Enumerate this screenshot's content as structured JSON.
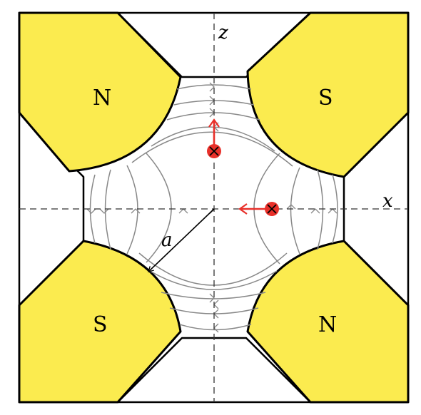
{
  "diagram": {
    "poles": {
      "top_left": "N",
      "top_right": "S",
      "bottom_left": "S",
      "bottom_right": "N"
    },
    "axes": {
      "horizontal": "x",
      "vertical": "z"
    },
    "radius_label": "a",
    "colors": {
      "pole_fill": "#FBEB4F",
      "pole_outline": "#000000",
      "field_line": "#888888",
      "particle": "#E8302A",
      "axis": "#333333"
    },
    "icon_names": [
      "particle-into-page-icon",
      "force-arrow-icon"
    ]
  }
}
